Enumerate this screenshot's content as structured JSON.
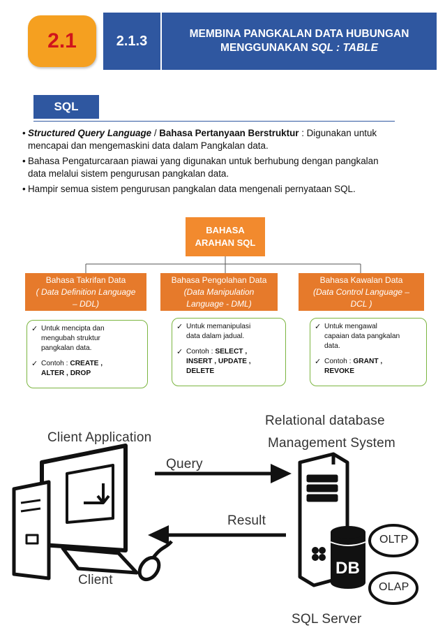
{
  "header": {
    "badge": "2.1",
    "section": "2.1.3",
    "title_line1": "MEMBINA PANGKALAN DATA HUBUNGAN",
    "title_line2_prefix": "MENGGUNAKAN ",
    "title_line2_italic": "SQL : TABLE"
  },
  "sql_tab": "SQL",
  "bullets": [
    {
      "bold_italic": "Structured Query Language",
      "sep": " / ",
      "bold": "Bahasa Pertanyaan Berstruktur",
      "rest_line1": " :  Digunakan untuk",
      "line2": "mencapai dan mengemaskini data dalam Pangkalan data."
    },
    {
      "line1": "Bahasa Pengaturcaraan piawai yang digunakan untuk berhubung dengan pangkalan",
      "line2": "data  melalui sistem pengurusan pangkalan data."
    },
    {
      "line1": "Hampir semua sistem pengurusan pangkalan data mengenali pernyataan SQL."
    }
  ],
  "diagram": {
    "root_line1": "BAHASA",
    "root_line2": "ARAHAN SQL",
    "categories": [
      {
        "line1": "Bahasa Takrifan Data",
        "line2": "( Data Definition Language",
        "line3": "– DDL)"
      },
      {
        "line1": "Bahasa Pengolahan Data",
        "line2": "(Data Manipulation",
        "line3": "Language - DML)"
      },
      {
        "line1": "Bahasa Kawalan Data",
        "line2": "(Data Control Language –",
        "line3": "DCL )"
      }
    ],
    "cards": [
      {
        "desc1": "Untuk mencipta dan",
        "desc2": "mengubah struktur",
        "desc3": "pangkalan data.",
        "ex_prefix": "Contoh : ",
        "ex1": "CREATE ,",
        "ex2": "ALTER , DROP"
      },
      {
        "desc1": "Untuk memanipulasi",
        "desc2": "data dalam jadual.",
        "desc3": "",
        "ex_prefix": "Contoh : ",
        "ex1": "SELECT ,",
        "ex2": "INSERT , UPDATE ,",
        "ex3": "DELETE"
      },
      {
        "desc1": "Untuk mengawal",
        "desc2": "capaian data pangkalan",
        "desc3": "data.",
        "ex_prefix": "Contoh : ",
        "ex1": "GRANT ,",
        "ex2": "REVOKE"
      }
    ]
  },
  "illustration": {
    "rdbms_line1": "Relational database",
    "rdbms_line2": "Management System",
    "client_app": "Client Application",
    "query": "Query",
    "result": "Result",
    "client": "Client",
    "db": "DB",
    "oltp": "OLTP",
    "olap": "OLAP",
    "sql_server": "SQL Server"
  },
  "colors": {
    "badge": "#f5a020",
    "badge_text": "#d0141c",
    "header_blue": "#2f57a0",
    "root_orange": "#f28a2e",
    "category_orange": "#e67a2b",
    "card_border": "#7bb540"
  }
}
